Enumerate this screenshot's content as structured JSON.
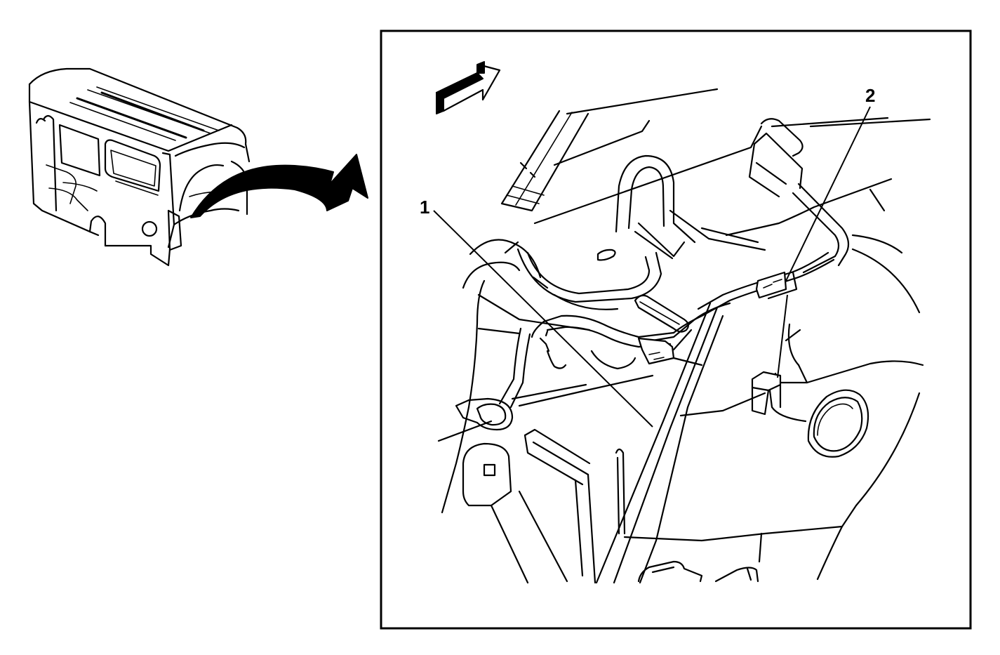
{
  "callouts": [
    {
      "id": "1",
      "label": "1"
    },
    {
      "id": "2",
      "label": "2"
    }
  ],
  "icons": {
    "overview": "vehicle-body-overview-icon",
    "transfer_arrow": "curved-arrow-icon",
    "direction_arrow": "forward-direction-arrow-icon"
  },
  "colors": {
    "line": "#000000",
    "background": "#ffffff"
  }
}
